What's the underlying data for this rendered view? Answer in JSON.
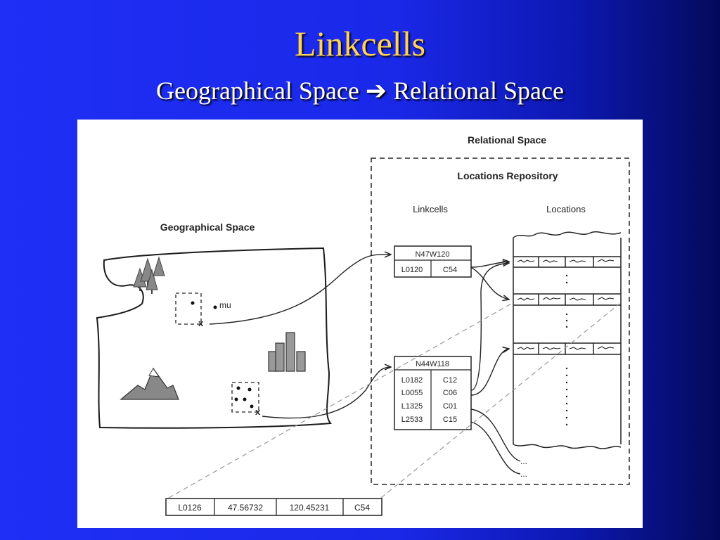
{
  "slide": {
    "title": "Linkcells",
    "subtitle_left": "Geographical Space",
    "arrow_glyph": "➔",
    "subtitle_right": "Relational Space"
  },
  "colors": {
    "title": "#ffd25a",
    "subtitle": "#ffffff",
    "background_left": "#1f2ff5",
    "background_right": "#030a5a"
  },
  "diagram": {
    "geo_title": "Geographical Space",
    "rel_title": "Relational Space",
    "repo_title": "Locations Repository",
    "linkcells_header": "Linkcells",
    "locations_header": "Locations",
    "point_label": "mu",
    "marker_a": "x",
    "marker_b": "x",
    "cell_a": {
      "id": "N47W120",
      "rows": [
        [
          "L0120",
          "C54"
        ]
      ]
    },
    "cell_b": {
      "id": "N44W118",
      "rows": [
        [
          "L0182",
          "C12"
        ],
        [
          "L0055",
          "C06"
        ],
        [
          "L1325",
          "C01"
        ],
        [
          "L2533",
          "C15"
        ]
      ]
    },
    "bottom_record": [
      "L0126",
      "47.56732",
      "120.45231",
      "C54"
    ],
    "ellipsis": "..."
  }
}
